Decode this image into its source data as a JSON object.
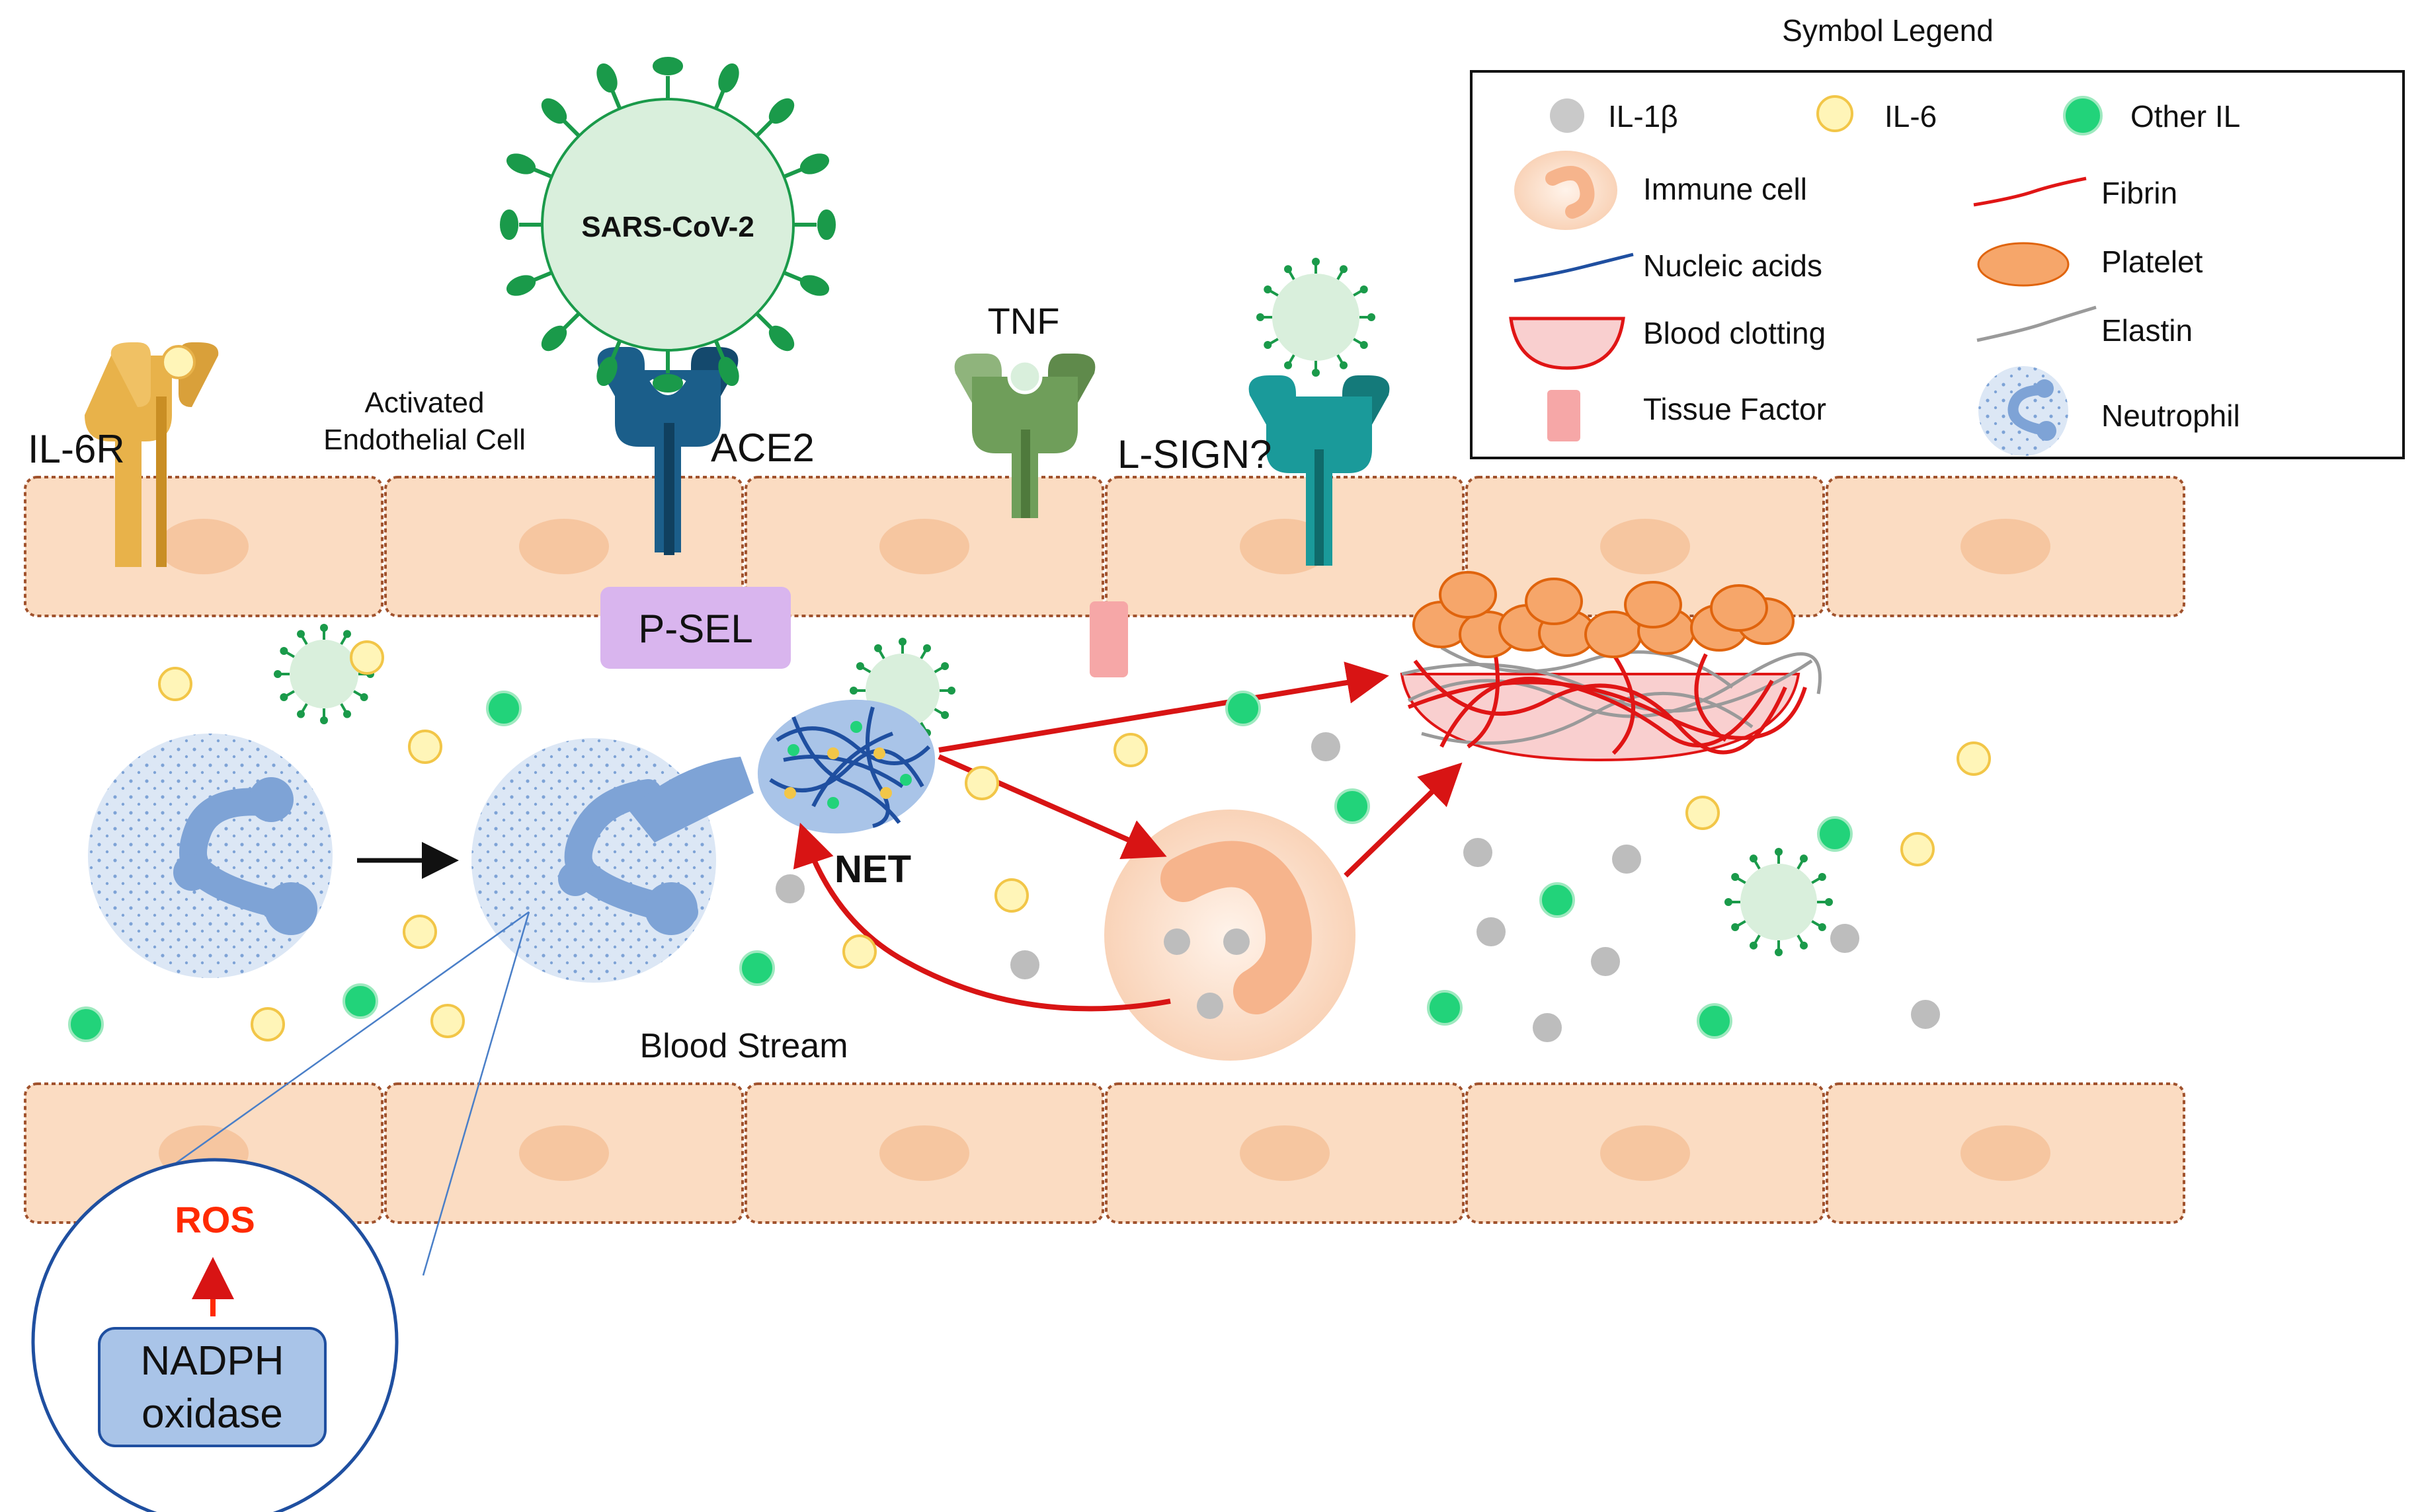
{
  "legend": {
    "title": "Symbol Legend",
    "items": {
      "il1b": "IL-1β",
      "il6": "IL-6",
      "other_il": "Other IL",
      "immune_cell": "Immune cell",
      "fibrin": "Fibrin",
      "nucleic_acids": "Nucleic acids",
      "platelet": "Platelet",
      "blood_clotting": "Blood clotting",
      "elastin": "Elastin",
      "tissue_factor": "Tissue Factor",
      "neutrophil": "Neutrophil"
    }
  },
  "labels": {
    "virus": "SARS-CoV-2",
    "il6r": "IL-6R",
    "activated_cell": "Activated Endothelial Cell",
    "ace2": "ACE2",
    "tnf": "TNF",
    "lsign": "L-SIGN?",
    "psel": "P-SEL",
    "net": "NET",
    "blood_stream": "Blood Stream",
    "ros": "ROS",
    "nadph_line1": "NADPH",
    "nadph_line2": "oxidase"
  },
  "colors": {
    "endothelial_fill": "#fbdcc2",
    "endothelial_border": "#a0522d",
    "nucleus": "#f6c6a0",
    "virus_fill": "#d9efdc",
    "virus_spike": "#1a9a4a",
    "il6_receptor": "#e8b24a",
    "ace2_receptor": "#1b5e8a",
    "tnf_receptor": "#6f9e5a",
    "lsign_receptor": "#1a9a9a",
    "psel": "#d9b5ee",
    "tissue_factor": "#f6a7a7",
    "neutrophil_fill": "#dce7f5",
    "neutrophil_nucleus": "#7ea3d6",
    "il1b": "#bdbdbd",
    "il6": "#fff5b8",
    "other_il": "#22d37a",
    "fibrin": "#e01515",
    "platelet": "#f6a66a",
    "elastin": "#9a9a9a",
    "arrow_red": "#d81414",
    "ros": "#ff2a00",
    "nadph_fill": "#a9c4e8"
  }
}
